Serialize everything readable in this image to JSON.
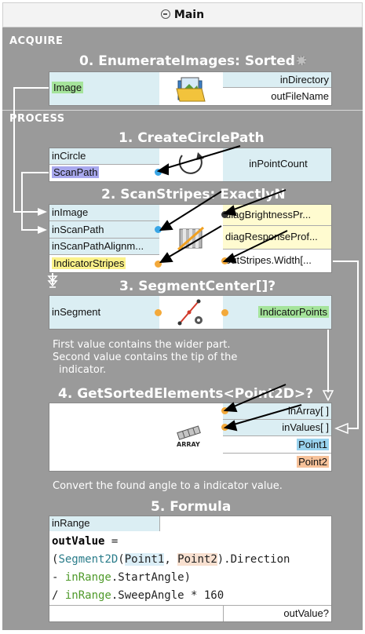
{
  "window": {
    "title": "Main"
  },
  "sections": {
    "acquire": "ACQUIRE",
    "process": "PROCESS"
  },
  "f0": {
    "title": "0. EnumerateImages: Sorted",
    "image_label": "Image",
    "in_directory": "inDirectory",
    "out_file_name": "outFileName"
  },
  "f1": {
    "title": "1. CreateCirclePath",
    "in_circle": "inCircle",
    "scan_path": "ScanPath",
    "in_point_count": "inPointCount"
  },
  "f2": {
    "title": "2. ScanStripes: ExactlyN",
    "in_image": "inImage",
    "in_scan_path": "inScanPath",
    "in_scan_path_align": "inScanPathAlignm...",
    "indicator_stripes": "IndicatorStripes",
    "diag_brightness": "diagBrightnessPr...",
    "diag_response": "diagResponseProf...",
    "out_stripes_width": "outStripes.Width[..."
  },
  "f3": {
    "title": "3. SegmentCenter[]?",
    "in_segment": "inSegment",
    "indicator_points": "IndicatorPoints"
  },
  "note1": {
    "line1": "First value contains the wider part.",
    "line2": "Second value contains the tip of the",
    "line3": "indicator."
  },
  "f4": {
    "title": "4. GetSortedElements<Point2D>?",
    "in_array": "inArray[ ]",
    "in_values": "inValues[ ]",
    "point1": "Point1",
    "point2": "Point2",
    "icon_caption": "ARRAY"
  },
  "note2": {
    "line1": "Convert the found angle to a indicator value."
  },
  "f5": {
    "title": "5. Formula",
    "in_range": "inRange",
    "out_value_label": "outValue?",
    "code": {
      "l1_kw": "outValue",
      "l1_rest": " =",
      "l2_open": "(",
      "l2_fn": "Segment2D",
      "l2_p1open": "(",
      "l2_p1": "Point1",
      "l2_comma": ", ",
      "l2_p2": "Point2",
      "l2_tail": ").Direction",
      "l3_pre": " - ",
      "l3_var": "inRange",
      "l3_tail": ".StartAngle)",
      "l4_pre": "/ ",
      "l4_var": "inRange",
      "l4_tail": ".SweepAngle * 160"
    }
  },
  "colors": {
    "panel": "#9a9a9a",
    "input": "#dbeef3",
    "yellow": "#fffbd0",
    "green_tag": "#a5e49b",
    "purple_tag": "#a9a9ee",
    "blue_tag": "#9ad3ef",
    "orange_tag": "#f7c29a",
    "yellow_tag": "#fbf28a"
  },
  "icons": [
    "main-circle-icon",
    "gear-icon",
    "folder-images-icon",
    "circle-path-icon",
    "scan-stripes-icon",
    "segment-center-icon",
    "array-icon"
  ]
}
